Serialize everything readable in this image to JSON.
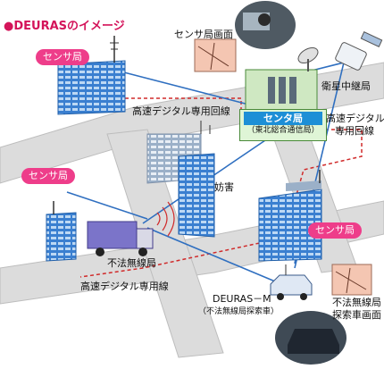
{
  "title": "●DEURASのイメージ",
  "labels": {
    "sensor_station_1": "センサ局",
    "sensor_station_2": "センサ局",
    "sensor_station_3": "センサ局",
    "sensor_screen": "センサ局画面",
    "satellite_relay": "衛星中継局",
    "hs_line_upper": "高速デジタル専用回線",
    "hs_line_right_1": "高速デジタル",
    "hs_line_right_2": "専用回線",
    "hs_line_lower": "高速デジタル専用線",
    "center_station": "センタ局",
    "center_sub": "（東北総合通信局）",
    "jamming": "妨害",
    "illegal_station": "不法無線局",
    "deuras_m": "DEURAS－M",
    "deuras_m_sub": "（不法無線局探索車）",
    "search_screen_1": "不法無線局",
    "search_screen_2": "探索車画面"
  },
  "colors": {
    "title": "#d4145a",
    "pill": "#ee3d8a",
    "building": "#2f78c8",
    "road": "#d9d9d9",
    "line": "#2f6fc0",
    "dashed": "#d02a2a"
  }
}
